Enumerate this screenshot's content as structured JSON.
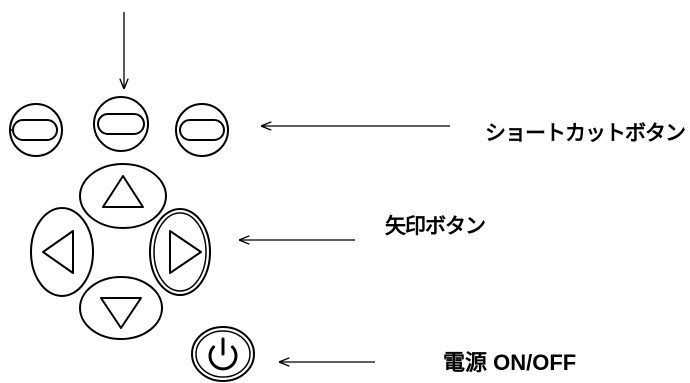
{
  "labels": {
    "shortcut_buttons": "ショートカットボタン",
    "arrow_buttons": "矢印ボタン",
    "power": "電源 ON/OFF"
  },
  "buttons": {
    "shortcut": [
      "shortcut-button-1",
      "shortcut-button-2",
      "shortcut-button-3"
    ],
    "arrows": [
      "up",
      "left",
      "right",
      "down"
    ],
    "power": "power-icon"
  },
  "colors": {
    "line": "#000000",
    "background": "#ffffff"
  }
}
